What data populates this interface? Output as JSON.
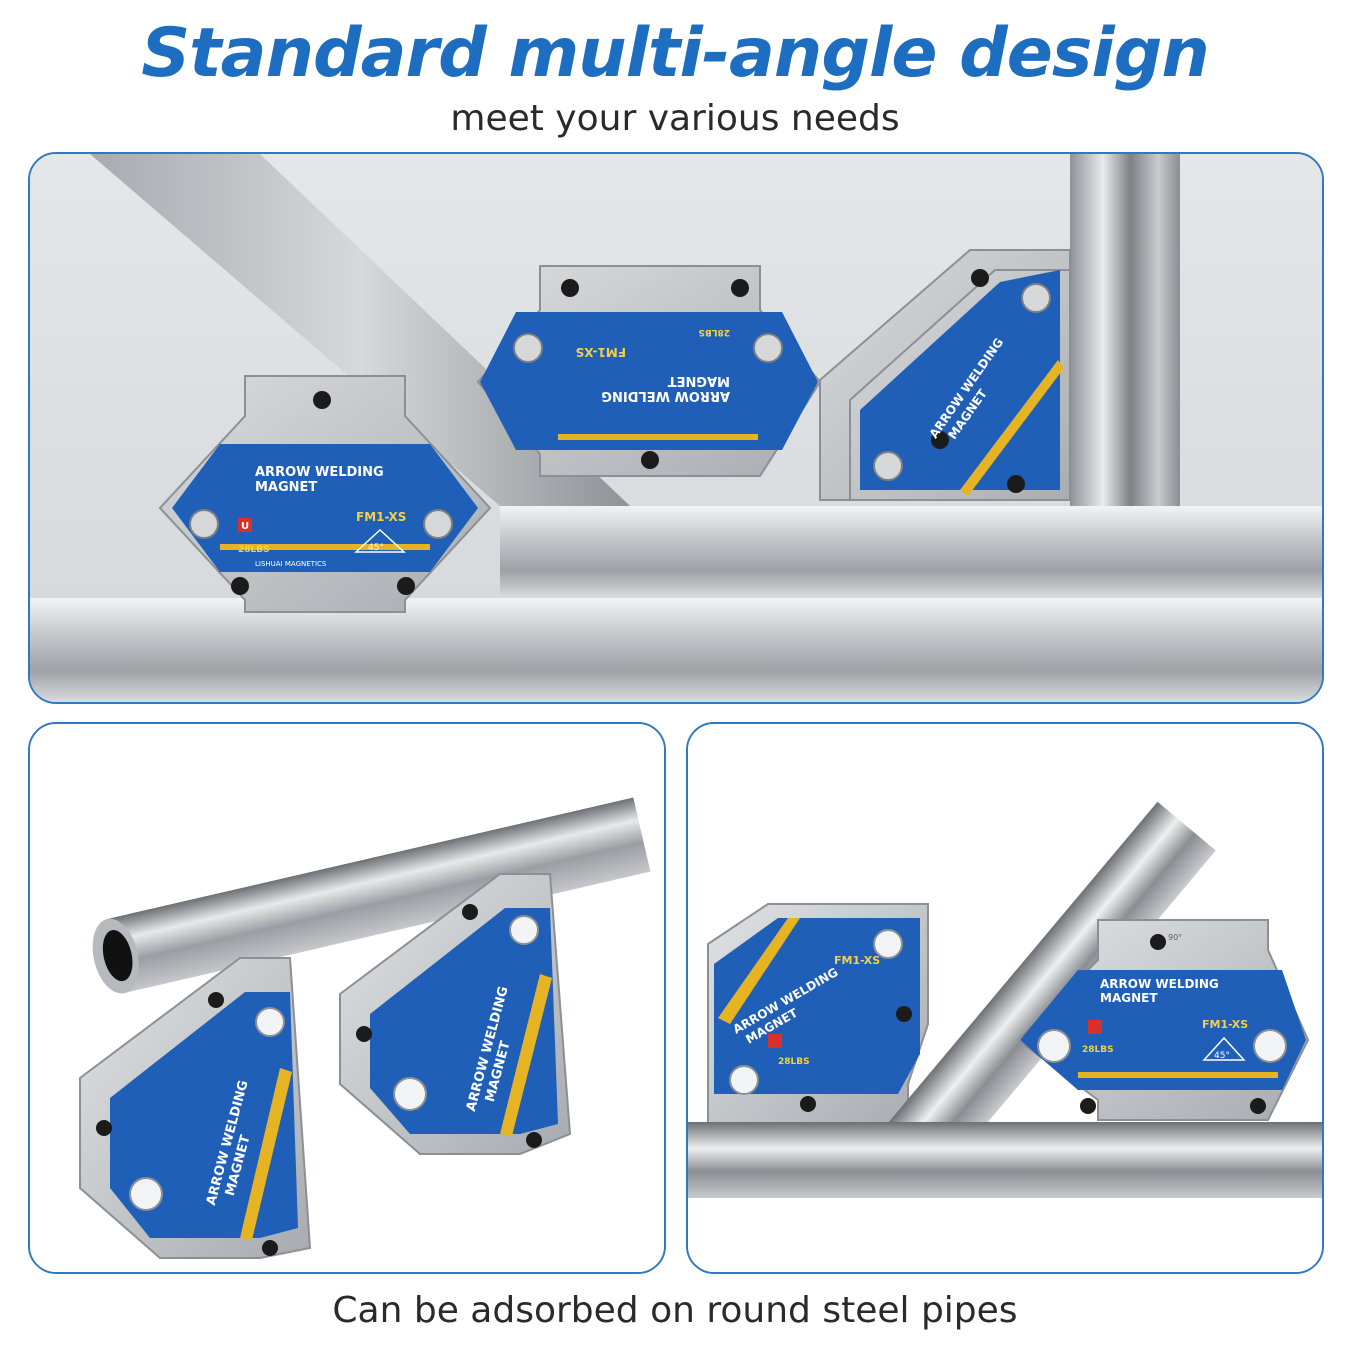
{
  "headline": "Standard multi-angle design",
  "subheadline": "meet your various needs",
  "footer": "Can be adsorbed on round steel pipes",
  "magnet": {
    "brand_line1": "ARROW WELDING",
    "brand_line2": "MAGNET",
    "model": "FM1-XS",
    "capacity": "28LBS",
    "angle_45": "45°",
    "angle_90": "90°",
    "maker": "LISHUAI MAGNETICS",
    "magnet_logo": "U"
  },
  "colors": {
    "accent": "#1d6ec0",
    "panel_border": "#2f78c4",
    "magnet_blue": "#1f5fb8",
    "magnet_stripe": "#e6b422",
    "steel": "#b9bcc0"
  }
}
